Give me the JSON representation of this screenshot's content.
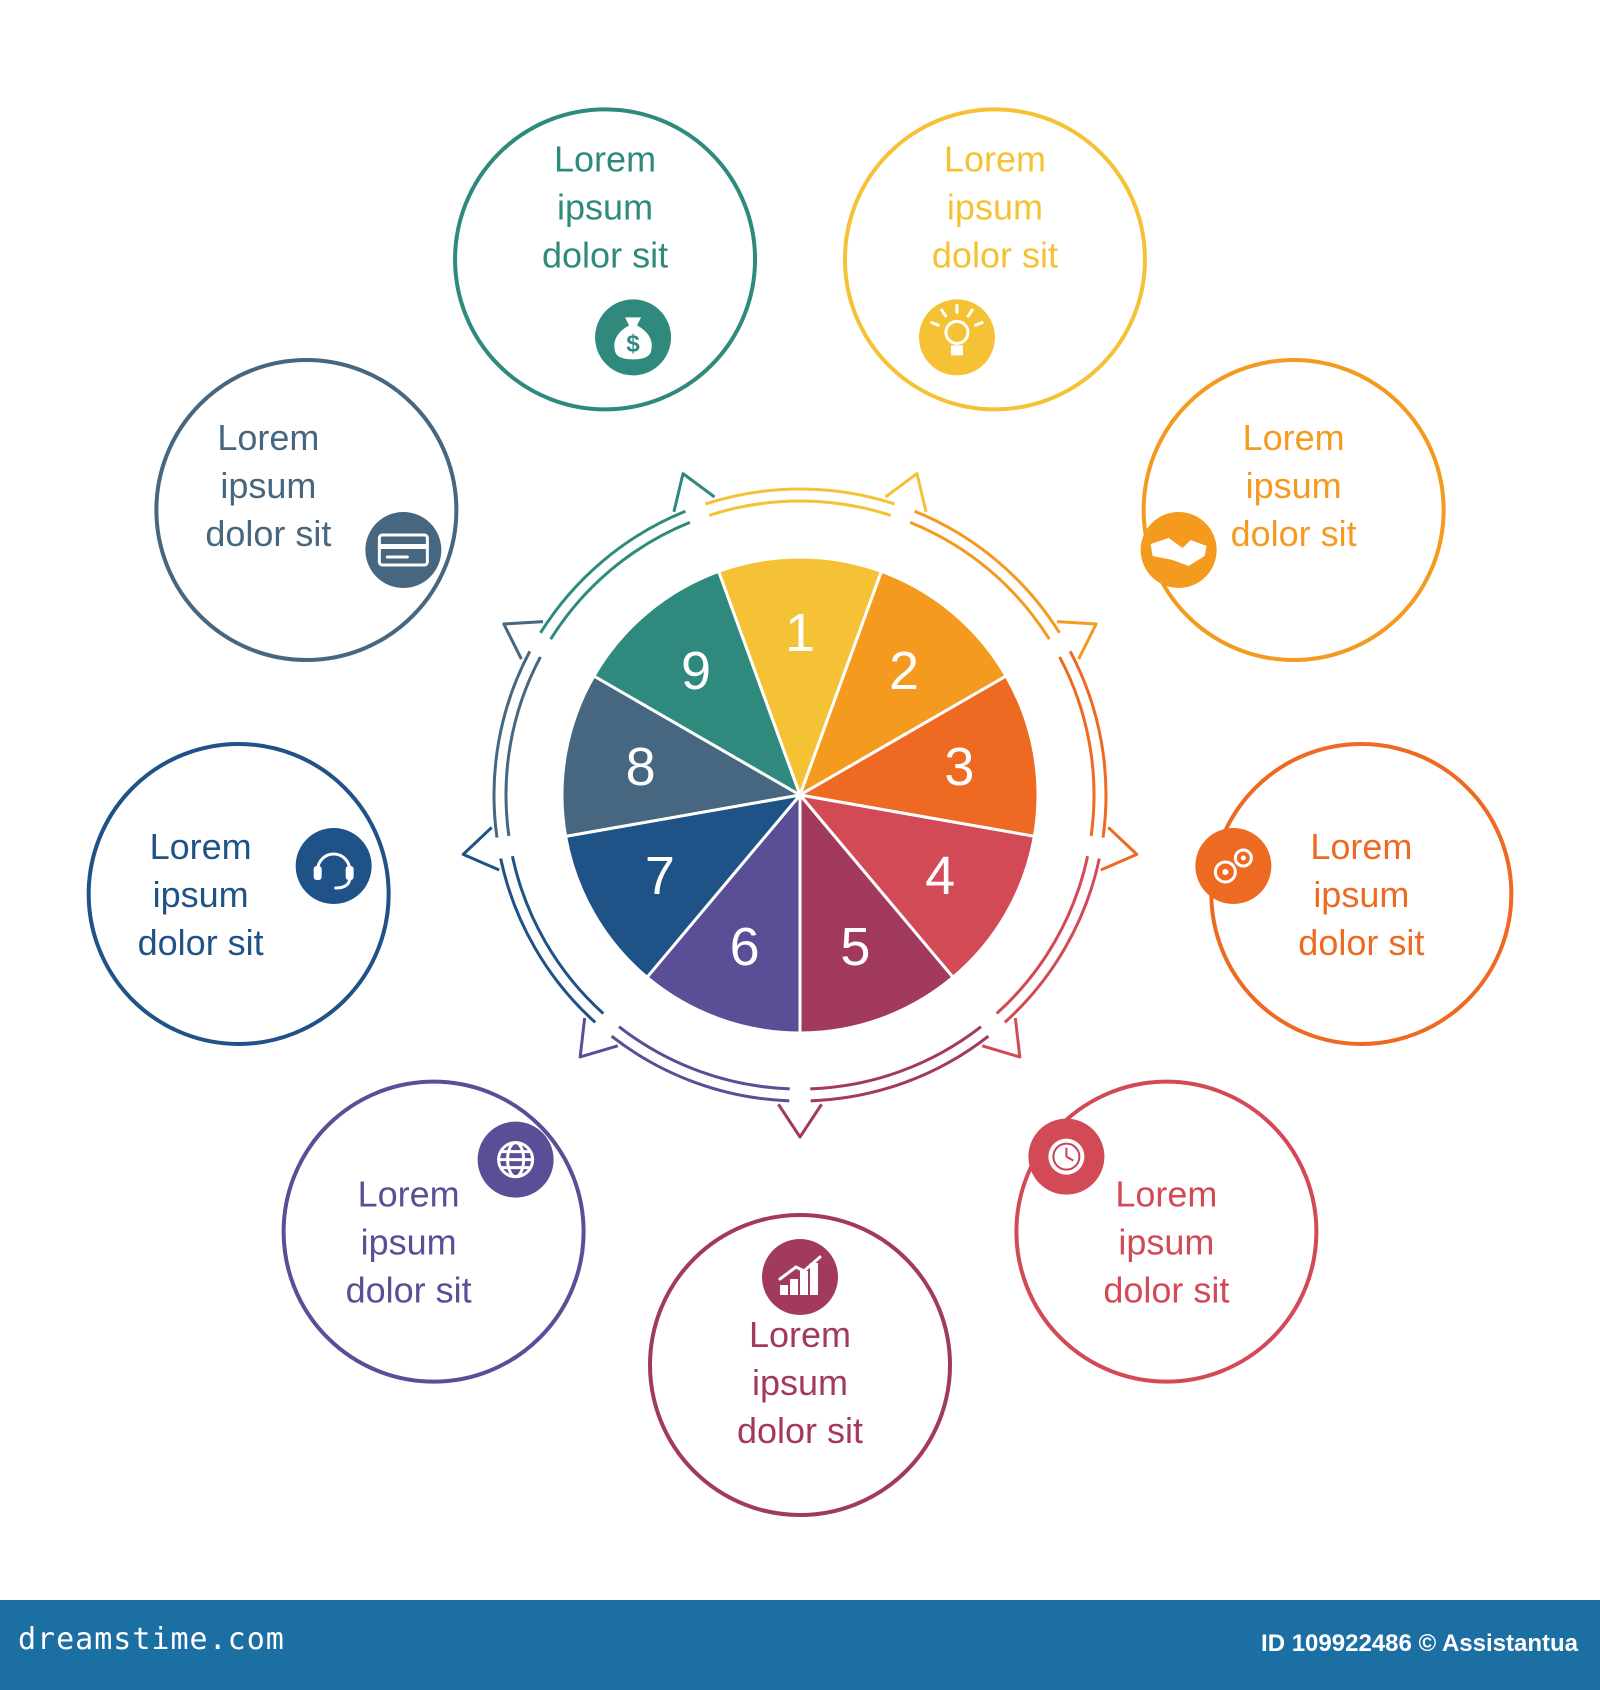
{
  "center_labels": [
    "1",
    "2",
    "3",
    "4",
    "5",
    "6",
    "7",
    "8",
    "9"
  ],
  "colors": [
    "#f4c234",
    "#f39a1f",
    "#ee6a22",
    "#d24a56",
    "#a23a5e",
    "#5a4e97",
    "#1f5286",
    "#46677f",
    "#2f8a7d"
  ],
  "nodes": [
    {
      "lines": [
        "Lorem",
        "ipsum",
        "dolor sit"
      ],
      "icon": "lightbulb-icon"
    },
    {
      "lines": [
        "Lorem",
        "ipsum",
        "dolor sit"
      ],
      "icon": "handshake-icon"
    },
    {
      "lines": [
        "Lorem",
        "ipsum",
        "dolor sit"
      ],
      "icon": "gears-icon"
    },
    {
      "lines": [
        "Lorem",
        "ipsum",
        "dolor sit"
      ],
      "icon": "clock-icon"
    },
    {
      "lines": [
        "Lorem",
        "ipsum",
        "dolor sit"
      ],
      "icon": "chart-growth-icon"
    },
    {
      "lines": [
        "Lorem",
        "ipsum",
        "dolor sit"
      ],
      "icon": "globe-icon"
    },
    {
      "lines": [
        "Lorem",
        "ipsum",
        "dolor sit"
      ],
      "icon": "headset-icon"
    },
    {
      "lines": [
        "Lorem",
        "ipsum",
        "dolor sit"
      ],
      "icon": "credit-card-icon"
    },
    {
      "lines": [
        "Lorem",
        "ipsum",
        "dolor sit"
      ],
      "icon": "money-bag-icon"
    }
  ],
  "footer": {
    "site": "dreamstime.com",
    "id_text": "ID 109922486 © Assistantua"
  }
}
